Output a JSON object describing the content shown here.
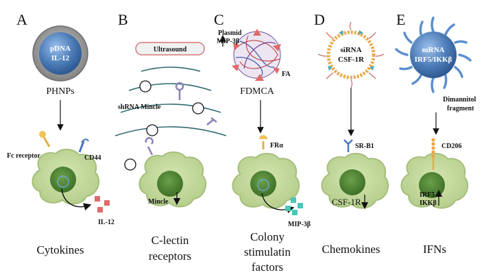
{
  "panels": {
    "a": {
      "letter": "A",
      "np_line1": "pDNA",
      "np_line2": "IL-12",
      "np_name": "PHNPs",
      "receptor_left": "Fc receptor",
      "receptor_right": "CD44",
      "secreted": "IL-12",
      "category": "Cytokines"
    },
    "b": {
      "letter": "B",
      "ultrasound": "Ultrasound",
      "shrna": "shRNA Mincle",
      "receptor": "Mincle",
      "category_line1": "C-lectin",
      "category_line2": "receptors"
    },
    "c": {
      "letter": "C",
      "plasmid_line1": "Plasmid",
      "plasmid_line2": "MIP-3β",
      "fa": "FA",
      "np_name": "FDMCA",
      "receptor": "FRα",
      "secreted": "MIP-3β",
      "category_line1": "Colony",
      "category_line2": "stimulatin",
      "category_line3": "factors"
    },
    "d": {
      "letter": "D",
      "np_line1": "siRNA",
      "np_line2": "CSF-1R",
      "receptor": "SR-B1",
      "target": "CSF-1R",
      "category": "Chemokines"
    },
    "e": {
      "letter": "E",
      "np_line1": "mRNA",
      "np_line2": "IRF5/IKKβ",
      "ligand_line1": "Dimannitol",
      "ligand_line2": "fragment",
      "receptor": "CD206",
      "target_line1": "IRF5",
      "target_line2": "IKKβ",
      "category": "IFNs"
    }
  },
  "colors": {
    "cell_fill": "#c3d79e",
    "cell_edge": "#a7c07c",
    "nucleus": "#4c7f2e",
    "np_blue": "#4f7fb8",
    "red_square": "#e06b6b",
    "teal_square": "#49c7b7",
    "gold": "#e8b24a"
  }
}
